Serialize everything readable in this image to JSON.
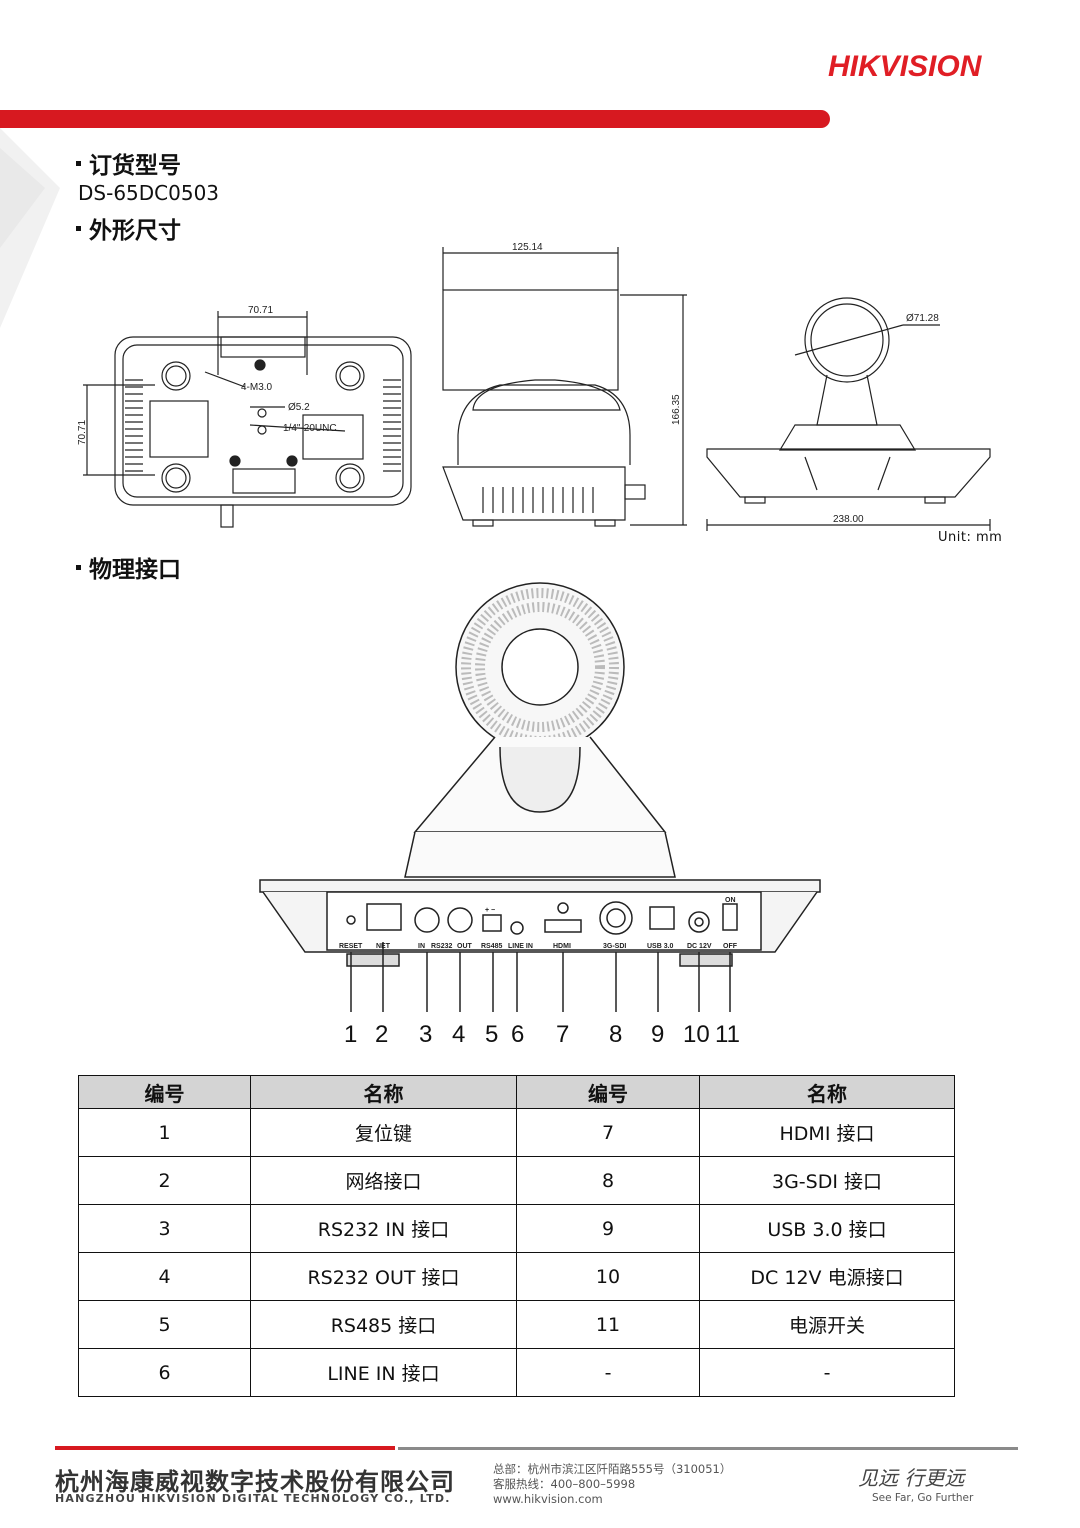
{
  "brand": {
    "logo_text": "HIKVISION"
  },
  "sections": {
    "order_model_heading": "订货型号",
    "model_number": "DS-65DC0503",
    "dimensions_heading": "外形尺寸",
    "interfaces_heading": "物理接口"
  },
  "dimensions": {
    "bottom_width": "70.71",
    "bottom_height": "70.71",
    "screw_holes": "4-M3.0",
    "hole_diameter": "Ø5.2",
    "tripod_thread": "1/4\"-20UNC",
    "side_width": "125.14",
    "side_height": "166.35",
    "lens_diameter": "Ø71.28",
    "front_width": "238.00",
    "unit_note": "Unit: mm"
  },
  "panel_labels": [
    "RESET",
    "NET",
    "IN",
    "RS232",
    "OUT",
    "RS485",
    "LINE IN",
    "HDMI",
    "3G-SDI",
    "USB 3.0",
    "DC 12V",
    "ON",
    "OFF",
    "+ −"
  ],
  "callout_numbers": [
    "1",
    "2",
    "3",
    "4",
    "5",
    "6",
    "7",
    "8",
    "9",
    "10",
    "11"
  ],
  "table": {
    "headers": [
      "编号",
      "名称",
      "编号",
      "名称"
    ],
    "rows": [
      [
        "1",
        "复位键",
        "7",
        "HDMI 接口"
      ],
      [
        "2",
        "网络接口",
        "8",
        "3G-SDI 接口"
      ],
      [
        "3",
        "RS232 IN 接口",
        "9",
        "USB 3.0 接口"
      ],
      [
        "4",
        "RS232 OUT 接口",
        "10",
        "DC 12V 电源接口"
      ],
      [
        "5",
        "RS485 接口",
        "11",
        "电源开关"
      ],
      [
        "6",
        "LINE IN 接口",
        "-",
        "-"
      ]
    ]
  },
  "footer": {
    "company_cn": "杭州海康威视数字技术股份有限公司",
    "company_en": "HANGZHOU HIKVISION DIGITAL TECHNOLOGY CO., LTD.",
    "address": "总部：杭州市滨江区阡陌路555号（310051）",
    "hotline": "客服热线：400–800–5998",
    "website": "www.hikvision.com",
    "slogan_cn": "见远 行更远",
    "slogan_en": "See Far, Go Further"
  },
  "colors": {
    "brand_red": "#d71920",
    "header_gray": "#d4d4d4"
  }
}
